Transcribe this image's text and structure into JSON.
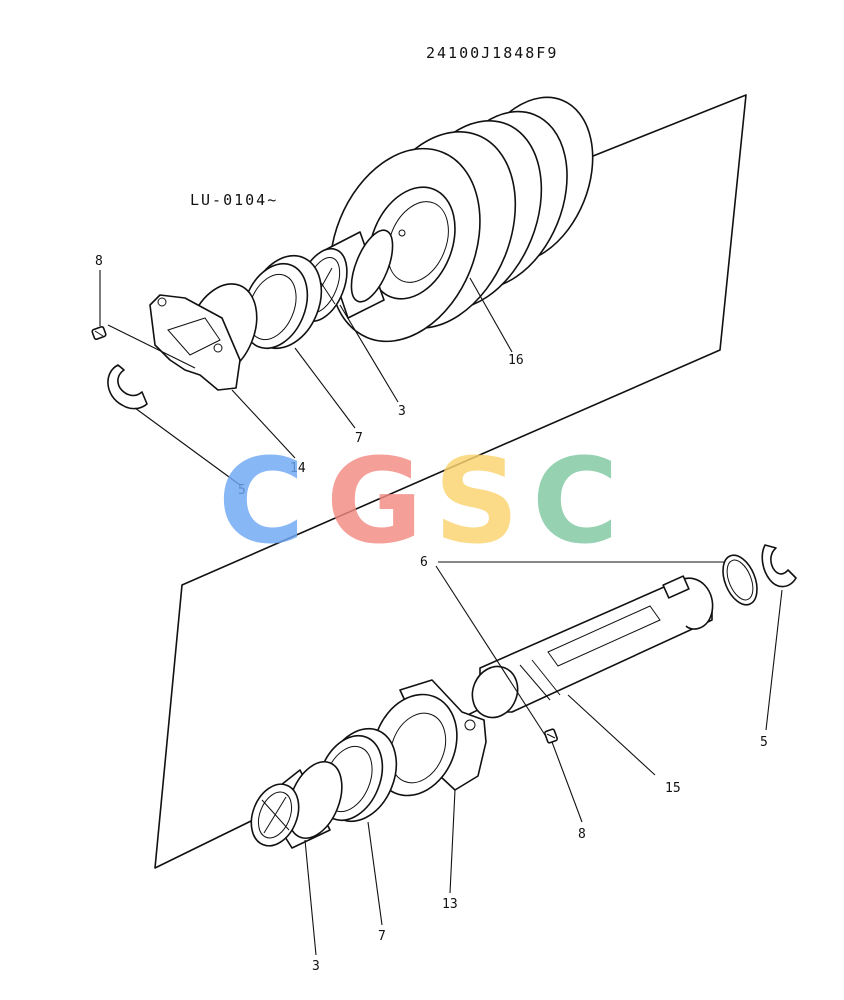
{
  "header": {
    "part_number": "24100J1848F9",
    "serial_range": "LU-0104~"
  },
  "callouts": {
    "top": [
      {
        "id": "c8a",
        "text": "8"
      },
      {
        "id": "c16",
        "text": "16"
      },
      {
        "id": "c3a",
        "text": "3"
      },
      {
        "id": "c7a",
        "text": "7"
      },
      {
        "id": "c14",
        "text": "14"
      },
      {
        "id": "c5a",
        "text": "5"
      }
    ],
    "bottom": [
      {
        "id": "c6",
        "text": "6"
      },
      {
        "id": "c5b",
        "text": "5"
      },
      {
        "id": "c15",
        "text": "15"
      },
      {
        "id": "c8b",
        "text": "8"
      },
      {
        "id": "c13",
        "text": "13"
      },
      {
        "id": "c7b",
        "text": "7"
      },
      {
        "id": "c3b",
        "text": "3"
      }
    ]
  },
  "watermark": {
    "letters": [
      "C",
      "G",
      "S",
      "C"
    ],
    "colors": [
      "#6fa8f5",
      "#f28b82",
      "#fbd46d",
      "#7fc9a0"
    ]
  }
}
